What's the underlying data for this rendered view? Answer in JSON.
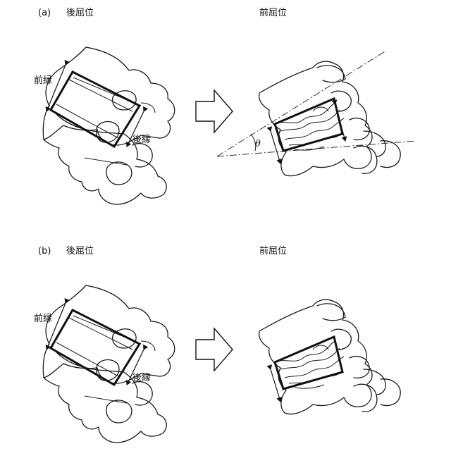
{
  "panel_a": {
    "label": "(a)",
    "left_title": "後屈位",
    "right_title": "前屈位",
    "anterior_label": "前縁",
    "posterior_label": "後縁",
    "angle_label": "θ"
  },
  "panel_b": {
    "label": "(b)",
    "left_title": "後屈位",
    "right_title": "前屈位",
    "anterior_label": "前縁",
    "posterior_label": "後縁"
  }
}
